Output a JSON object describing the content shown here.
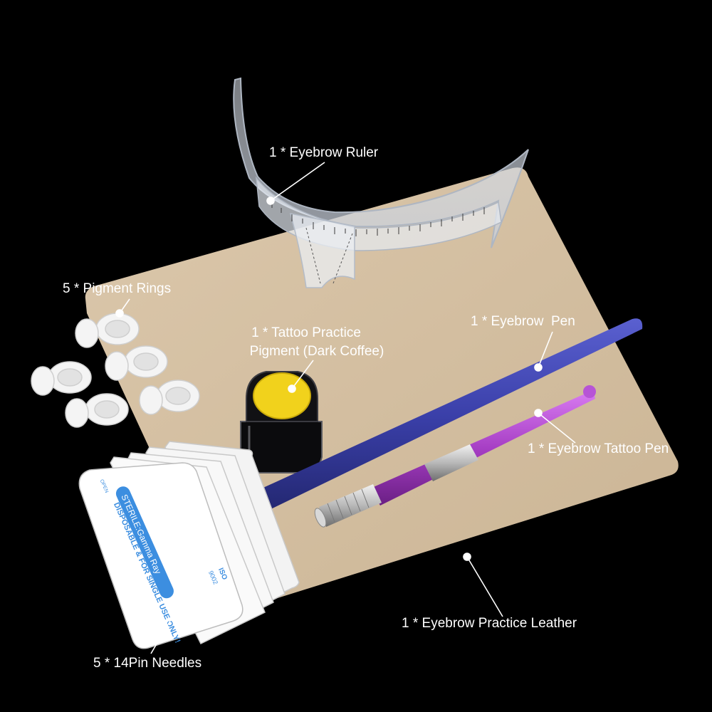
{
  "labels": {
    "ruler": "1 * Eyebrow Ruler",
    "rings": "5 * Pigment Rings",
    "pigment_line1": "1 * Tattoo Practice",
    "pigment_line2": "Pigment (Dark Coffee)",
    "pen": "1 * Eyebrow  Pen",
    "tattoo_pen": "1 * Eyebrow Tattoo Pen",
    "leather": "1 * Eyebrow Practice Leather",
    "needles": "5 * 14Pin Needles"
  },
  "needle_pack": {
    "open": "OPEN",
    "sterile": "STERILE:Gamma Ray",
    "disposable": "DISPOSABLE & FOR SINGLE USE ONLY!",
    "iso": "ISO",
    "iso_number": "9002"
  },
  "colors": {
    "background": "#000000",
    "leather": "#d8c3a6",
    "pen": "#3a3fa8",
    "tattoo_pen": "#a63ec4",
    "pigment_lid": "#f1d21c",
    "pack_blue": "#3c8ee0"
  }
}
